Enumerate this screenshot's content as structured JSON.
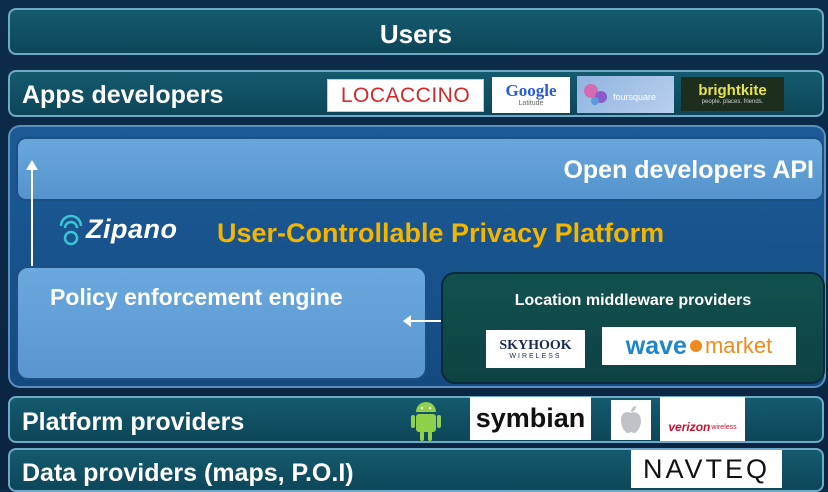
{
  "layers": {
    "users": "Users",
    "apps_developers": "Apps developers",
    "open_api": "Open developers API",
    "platform_title": "User-Controllable Privacy Platform",
    "policy_engine": "Policy enforcement engine",
    "middleware": "Location middleware providers",
    "platform_providers": "Platform providers",
    "data_providers": "Data providers (maps, P.O.I)"
  },
  "logos": {
    "locaccino": "LOCACCINO",
    "google": "Google",
    "google_sub": "Latitude",
    "foursquare": "foursquare",
    "brightkite": "brightkite",
    "brightkite_sub": "people. places. friends.",
    "zipano": "Zipano",
    "skyhook": "SKYHOOK",
    "skyhook_sub": "WIRELESS",
    "wave": "wave",
    "market": "market",
    "symbian": "symbian",
    "verizon": "verizon",
    "verizon_sub": "wireless",
    "navteq": "NAVTEQ"
  },
  "colors": {
    "platform_title": "#f2b500",
    "band": "#145a6e",
    "light_box": "#69a7dd",
    "locaccino_red": "#d4282c"
  },
  "icons": [
    "bidirectional-arrow-icon",
    "android-icon",
    "apple-icon",
    "zipano-logo-icon"
  ]
}
